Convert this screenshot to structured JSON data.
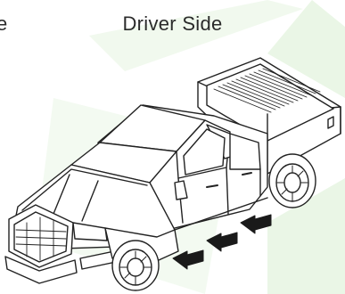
{
  "header": {
    "left_fragment": "e",
    "title": "Driver Side"
  },
  "illustration": {
    "subject": "pickup-truck-line-drawing",
    "callouts": [
      "arrow-1",
      "arrow-2",
      "arrow-3"
    ]
  },
  "colors": {
    "line": "#222222",
    "arrow": "#1a1a1a",
    "watermark": "#eaf6e6"
  }
}
